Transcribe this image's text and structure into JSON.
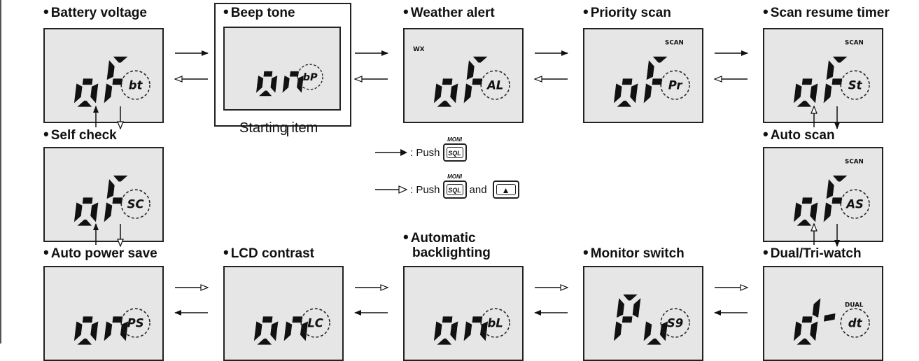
{
  "caption": "Starting item",
  "legend": {
    "push_text": ": Push",
    "and_text": "and",
    "sql_label": "SQL",
    "moni_label": "MONI",
    "up_key_icon": "up-triangle-key-icon"
  },
  "items": [
    {
      "id": "battery-voltage",
      "label": "Battery voltage",
      "value": "oF",
      "code": "bt",
      "indicator": ""
    },
    {
      "id": "beep-tone",
      "label": "Beep tone",
      "value": "on",
      "code": "bP",
      "indicator": ""
    },
    {
      "id": "weather-alert",
      "label": "Weather alert",
      "value": "oF",
      "code": "AL",
      "indicator": "WX"
    },
    {
      "id": "priority-scan",
      "label": "Priority scan",
      "value": "oF",
      "code": "Pr",
      "indicator": "SCAN"
    },
    {
      "id": "scan-resume-timer",
      "label": "Scan resume timer",
      "value": "oF",
      "code": "St",
      "indicator": "SCAN"
    },
    {
      "id": "self-check",
      "label": "Self check",
      "value": "oF",
      "code": "SC",
      "indicator": ""
    },
    {
      "id": "auto-scan",
      "label": "Auto scan",
      "value": "oF",
      "code": "AS",
      "indicator": "SCAN"
    },
    {
      "id": "auto-power-save",
      "label": "Auto power save",
      "value": "on",
      "code": "PS",
      "indicator": ""
    },
    {
      "id": "lcd-contrast",
      "label": "LCD contrast",
      "value": "on",
      "code": "LC",
      "indicator": ""
    },
    {
      "id": "automatic-backlighting",
      "label": "Automatic\nbacklighting",
      "value": "on",
      "code": "bL",
      "indicator": ""
    },
    {
      "id": "monitor-switch",
      "label": "Monitor switch",
      "value": "Pu",
      "code": "S9",
      "indicator": ""
    },
    {
      "id": "dual-tri-watch",
      "label": "Dual/Tri-watch",
      "value": "d-",
      "code": "dt",
      "indicator": "DUAL"
    }
  ]
}
